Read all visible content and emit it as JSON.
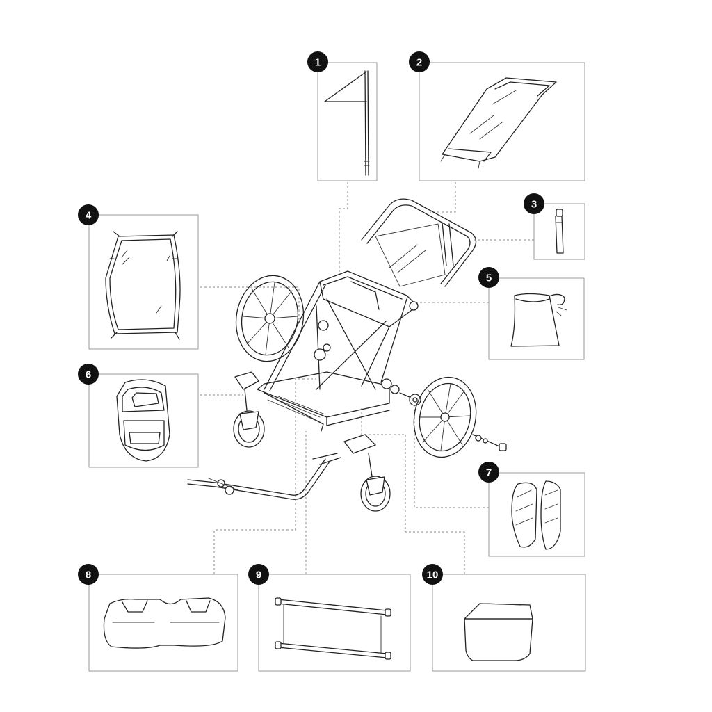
{
  "diagram": {
    "parts": [
      {
        "number": "1"
      },
      {
        "number": "2"
      },
      {
        "number": "3"
      },
      {
        "number": "4"
      },
      {
        "number": "5"
      },
      {
        "number": "6"
      },
      {
        "number": "7"
      },
      {
        "number": "8"
      },
      {
        "number": "9"
      },
      {
        "number": "10"
      }
    ]
  }
}
